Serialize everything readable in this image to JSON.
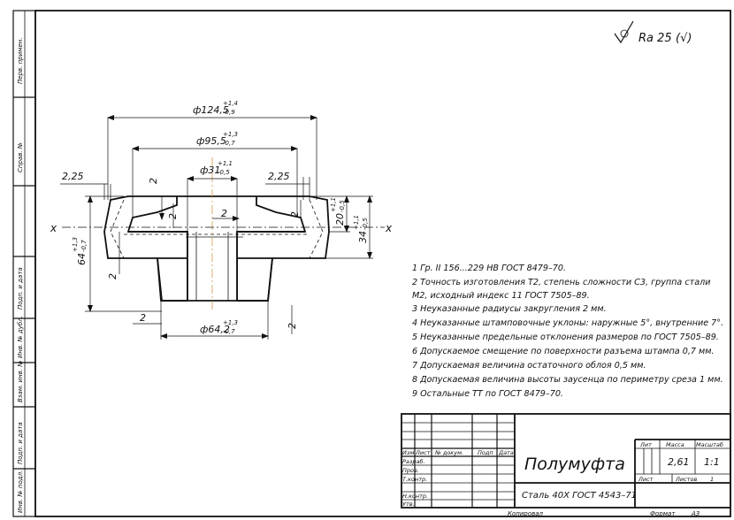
{
  "roughness": {
    "value": "Ra 25",
    "suffix": "(√)"
  },
  "dimensions": {
    "d_outer": "ф124,5",
    "d_outer_tol_up": "+1,4",
    "d_outer_tol_lo": "-0,9",
    "d_mid": "ф95,5",
    "d_mid_tol_up": "+1,3",
    "d_mid_tol_lo": "-0,7",
    "d_bore": "ф31",
    "d_bore_tol_up": "+1,1",
    "d_bore_tol_lo": "-0,5",
    "d_hub": "ф64,2",
    "d_hub_tol_up": "+1,3",
    "d_hub_tol_lo": "-0,7",
    "h_total": "64",
    "h_total_tol_up": "+1,3",
    "h_total_tol_lo": "-0,7",
    "h_flange": "20",
    "h_flange_tol_up": "+1,1",
    "h_flange_tol_lo": "-0,5",
    "h_right": "34",
    "h_right_tol_up": "+1,1",
    "h_right_tol_lo": "-0,5",
    "left_225": "2,25",
    "right_225": "2,25",
    "two_a": "2",
    "two_b": "2",
    "two_c": "2",
    "two_d": "2",
    "two_e": "2",
    "two_f": "2",
    "two_g": "2",
    "x_left": "x",
    "x_right": "x"
  },
  "notes": [
    "1 Гр. II 156...229 НВ ГОСТ 8479–70.",
    "2  Точность изготовления Т2, степень сложности С3,  группа стали",
    "М2, исходный индекс 11 ГОСТ 7505–89.",
    "3  Неуказанные радиусы закругления 2 мм.",
    "4  Неуказанные штамповочные уклоны: наружные 5°, внутренние 7°.",
    "5  Неуказанные предельные отклонения размеров по ГОСТ 7505–89.",
    "6  Допускаемое смещение по поверхности разъема штампа 0,7 мм.",
    "7  Допускаемая величина остаточного облоя 0,5 мм.",
    "8  Допускаемая величина высоты заусенца по периметру среза 1 мм.",
    "9  Остальные ТТ по ГОСТ 8479–70."
  ],
  "title_block": {
    "name": "Полумуфта",
    "material": "Сталь 40Х ГОСТ 4543–71",
    "col_izm": "Изм",
    "col_list": "Лист",
    "col_ndoc": "№ докум.",
    "col_podp": "Подп",
    "col_data": "Дата",
    "row_razrab": "Разраб.",
    "row_prov": "Пров.",
    "row_tkontr": "Т.контр.",
    "row_nkontr": "Н.контр.",
    "row_utv": "Утв.",
    "lit": "Лит",
    "massa": "Масса",
    "masshtab": "Масштаб",
    "massa_val": "2,61",
    "masshtab_val": "1:1",
    "list": "Лист",
    "listov": "Листов",
    "listov_val": "1",
    "kopiroval": "Копировал",
    "format": "Формат",
    "format_val": "А3"
  },
  "side_stamps": [
    "Перв. примен.",
    "Справ. №",
    "Подп. и дата",
    "Инв. № дубл.",
    "Взам. инв. №",
    "Подп. и дата",
    "Инв. № подл."
  ]
}
